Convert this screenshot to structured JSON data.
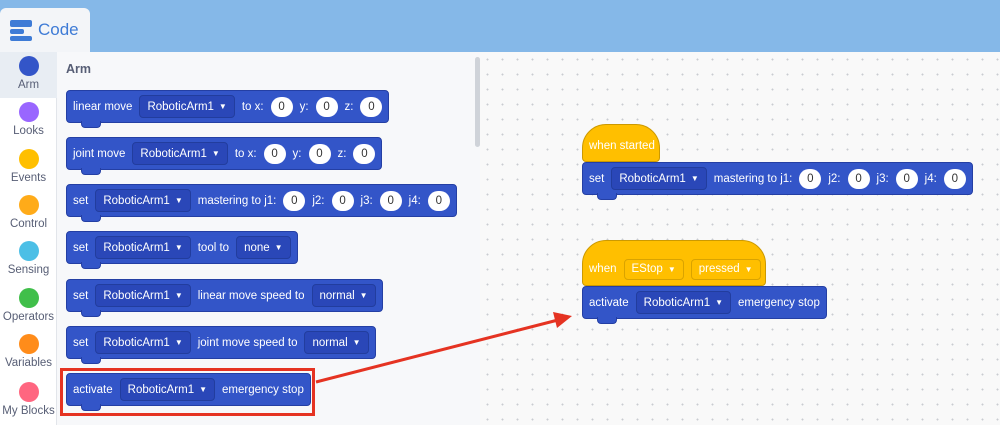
{
  "header": {
    "tab_label": "Code"
  },
  "colors": {
    "accent": "#3355c8",
    "events": "#ffbf00",
    "highlight": "#e53322"
  },
  "categories": [
    {
      "label": "Arm",
      "color": "#3355c8"
    },
    {
      "label": "Looks",
      "color": "#9966ff"
    },
    {
      "label": "Events",
      "color": "#ffbf00"
    },
    {
      "label": "Control",
      "color": "#ffab19"
    },
    {
      "label": "Sensing",
      "color": "#4cbfe6"
    },
    {
      "label": "Operators",
      "color": "#40bf4a"
    },
    {
      "label": "Variables",
      "color": "#ff8c1a"
    },
    {
      "label": "My Blocks",
      "color": "#ff6680"
    }
  ],
  "palette": {
    "title": "Arm",
    "linear_move": {
      "text": "linear move",
      "device": "RoboticArm1",
      "to_x": "to x:",
      "x": "0",
      "y_label": "y:",
      "y": "0",
      "z_label": "z:",
      "z": "0"
    },
    "joint_move": {
      "text": "joint move",
      "device": "RoboticArm1",
      "to_x": "to x:",
      "x": "0",
      "y_label": "y:",
      "y": "0",
      "z_label": "z:",
      "z": "0"
    },
    "set_mastering": {
      "set": "set",
      "device": "RoboticArm1",
      "text": "mastering to j1:",
      "j1": "0",
      "j2_label": "j2:",
      "j2": "0",
      "j3_label": "j3:",
      "j3": "0",
      "j4_label": "j4:",
      "j4": "0"
    },
    "set_tool": {
      "set": "set",
      "device": "RoboticArm1",
      "text": "tool to",
      "value": "none"
    },
    "set_linear_speed": {
      "set": "set",
      "device": "RoboticArm1",
      "text": "linear move speed to",
      "value": "normal"
    },
    "set_joint_speed": {
      "set": "set",
      "device": "RoboticArm1",
      "text": "joint move speed to",
      "value": "normal"
    },
    "activate_stop": {
      "text": "activate",
      "device": "RoboticArm1",
      "suffix": "emergency stop"
    }
  },
  "workspace": {
    "script1": {
      "hat": "when started",
      "set": "set",
      "device": "RoboticArm1",
      "text": "mastering to j1:",
      "j1": "0",
      "j2_label": "j2:",
      "j2": "0",
      "j3_label": "j3:",
      "j3": "0",
      "j4_label": "j4:",
      "j4": "0"
    },
    "script2": {
      "hat_when": "when",
      "hat_sensor": "EStop",
      "hat_state": "pressed",
      "text": "activate",
      "device": "RoboticArm1",
      "suffix": "emergency stop"
    }
  }
}
